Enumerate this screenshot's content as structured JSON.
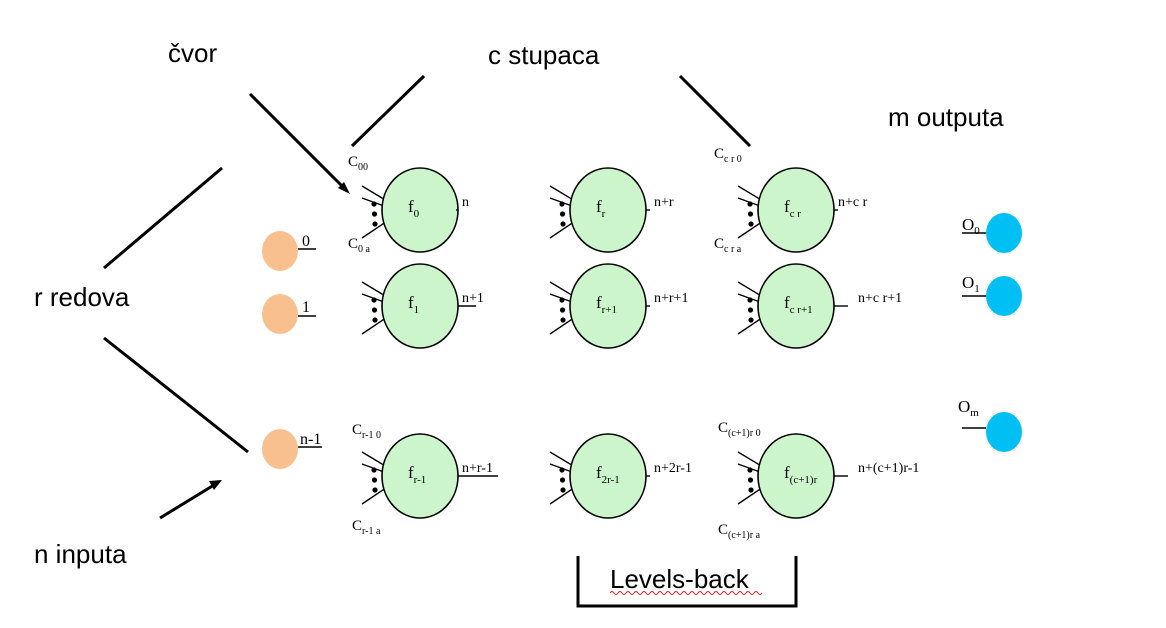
{
  "labels": {
    "node": "čvor",
    "columns": "c stupaca",
    "outputs": "m outputa",
    "rows": "r redova",
    "inputs": "n inputa",
    "levels_back": "Levels-back"
  },
  "inputs": [
    {
      "label": "0"
    },
    {
      "label": "1"
    },
    {
      "label": "n-1"
    }
  ],
  "nodes": [
    {
      "f_base": "f",
      "f_sub": "0",
      "out": "n",
      "c_top_base": "C",
      "c_top_sub": "00",
      "c_bot_base": "C",
      "c_bot_sub": "0 a"
    },
    {
      "f_base": "f",
      "f_sub": "1",
      "out": "n+1"
    },
    {
      "f_base": "f",
      "f_sub": "r-1",
      "out": "n+r-1",
      "c_top_base": "C",
      "c_top_sub": "r-1 0",
      "c_bot_base": "C",
      "c_bot_sub": "r-1 a"
    },
    {
      "f_base": "f",
      "f_sub": "r",
      "out": "n+r"
    },
    {
      "f_base": "f",
      "f_sub": "r+1",
      "out": "n+r+1"
    },
    {
      "f_base": "f",
      "f_sub": "2r-1",
      "out": "n+2r-1"
    },
    {
      "f_base": "f",
      "f_sub": "c r",
      "out": "n+c r",
      "c_top_base": "C",
      "c_top_sub": "c r 0",
      "c_bot_base": "C",
      "c_bot_sub": "c r  a"
    },
    {
      "f_base": "f",
      "f_sub": "c r+1",
      "out": "n+c r+1"
    },
    {
      "f_base": "f",
      "f_sub": "(c+1)r",
      "out": "n+(c+1)r-1",
      "c_top_base": "C",
      "c_top_sub": "(c+1)r 0",
      "c_bot_base": "C",
      "c_bot_sub": "(c+1)r a"
    }
  ],
  "outputs": [
    {
      "base": "O",
      "sub": "0"
    },
    {
      "base": "O",
      "sub": "1"
    },
    {
      "base": "O",
      "sub": "m"
    }
  ],
  "colors": {
    "node_fill": "#ccf5cc",
    "input_fill": "#f9c08f",
    "output_fill": "#00bff3",
    "spellcheck_underline": "#d22020"
  }
}
